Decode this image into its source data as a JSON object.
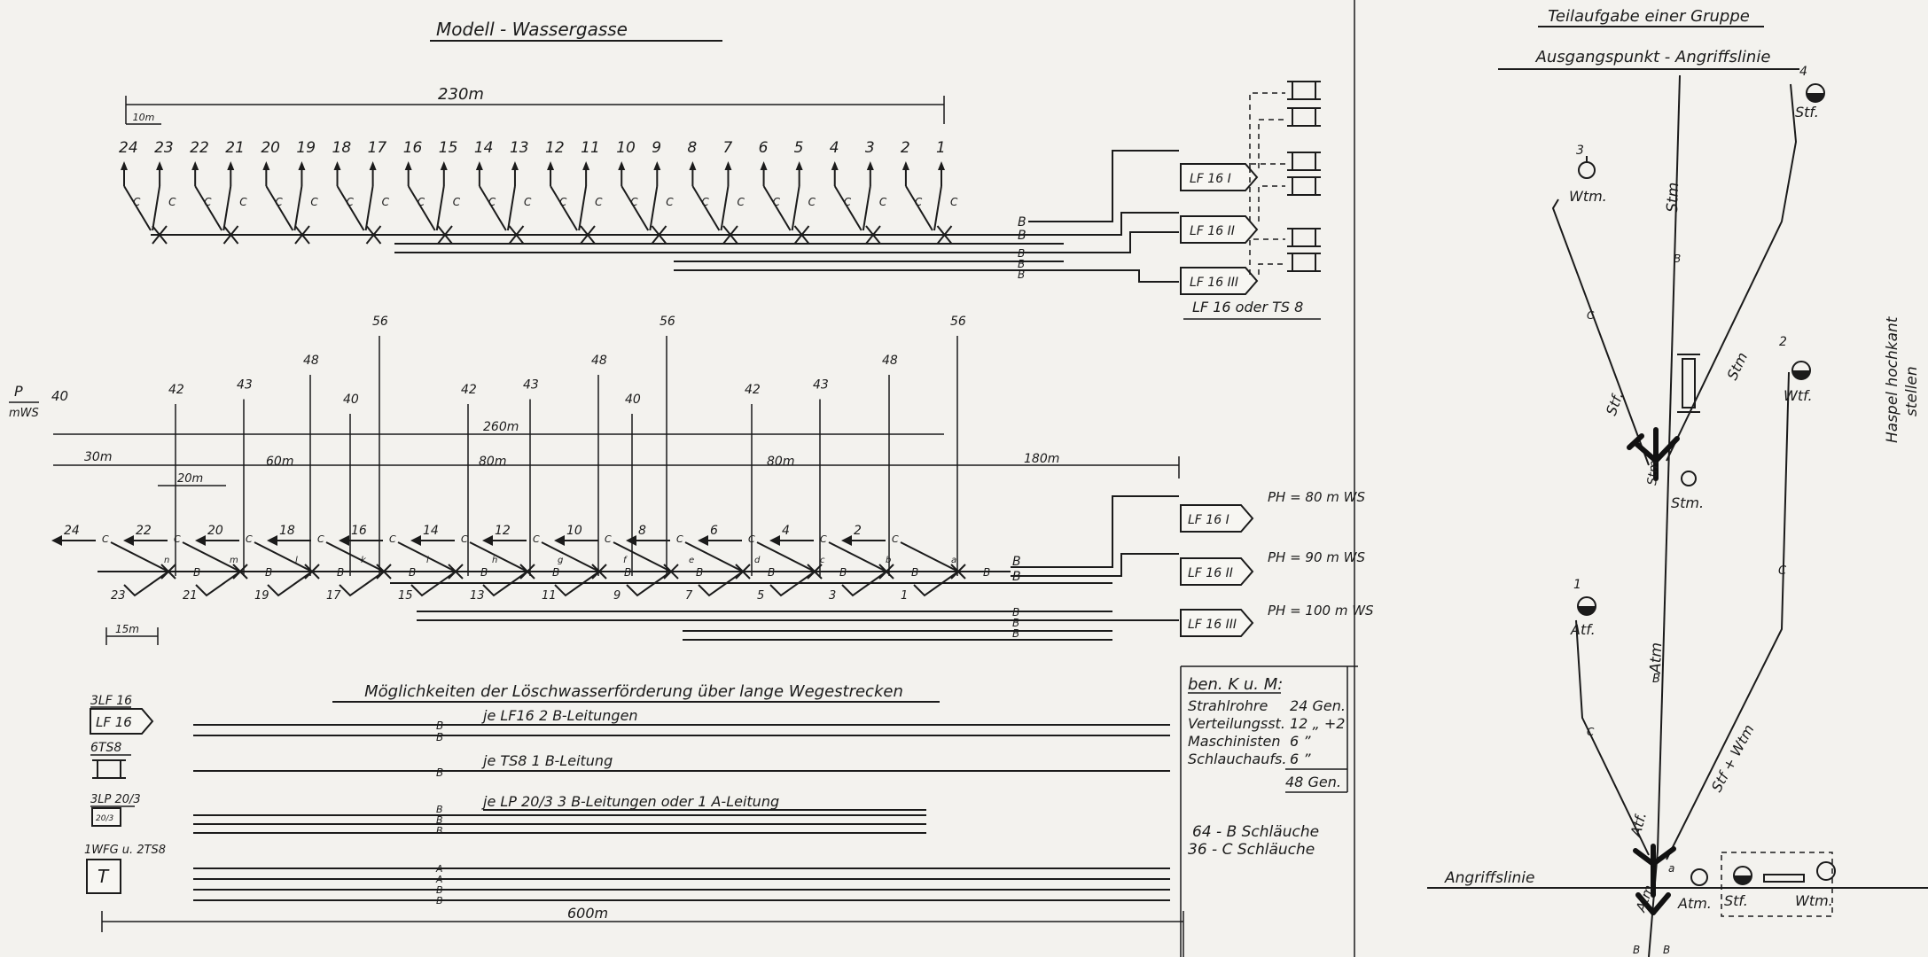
{
  "left": {
    "title": "Modell - Wassergasse",
    "upper": {
      "dim_total": "230m",
      "dim_seg": "10m",
      "nozzles": [
        "24",
        "23",
        "22",
        "21",
        "20",
        "19",
        "18",
        "17",
        "16",
        "15",
        "14",
        "13",
        "12",
        "11",
        "10",
        "9",
        "8",
        "7",
        "6",
        "5",
        "4",
        "3",
        "2",
        "1"
      ],
      "hose_c": "C",
      "hose_b": "B",
      "trucks": [
        "LF 16 I",
        "LF 16 II",
        "LF 16 III"
      ],
      "truck_note": "LF 16 oder TS 8"
    },
    "lower": {
      "axis_label_p": "P",
      "axis_label_unit": "mWS",
      "axis_value": "40",
      "pressure_values": [
        "42",
        "43",
        "48",
        "56",
        "40",
        "42",
        "43",
        "48",
        "56",
        "40",
        "42",
        "43",
        "48",
        "56"
      ],
      "dims": [
        "30m",
        "20m",
        "60m",
        "80m",
        "80m",
        "180m",
        "260m",
        "15m"
      ],
      "nozzles_top": [
        "24",
        "22",
        "20",
        "18",
        "16",
        "14",
        "12",
        "10",
        "8",
        "6",
        "4",
        "2"
      ],
      "nozzles_bottom": [
        "23",
        "21",
        "19",
        "17",
        "15",
        "13",
        "11",
        "9",
        "7",
        "5",
        "3",
        "1"
      ],
      "letters": [
        "n",
        "m",
        "l",
        "k",
        "i",
        "h",
        "g",
        "f",
        "e",
        "d",
        "c",
        "b",
        "a"
      ],
      "trucks": [
        "LF 16 I",
        "LF 16 II",
        "LF 16 III"
      ],
      "pressures": [
        "PH = 80 m WS",
        "PH = 90 m WS",
        "PH = 100 m WS"
      ]
    },
    "options": {
      "title": "Möglichkeiten der Löschwasserförderung über lange Wegestrecken",
      "rows": [
        {
          "qty": "3LF 16",
          "symbol": "LF 16",
          "text": "je LF16 2 B-Leitungen",
          "hoses": [
            "B",
            "B"
          ]
        },
        {
          "qty": "6TS8",
          "symbol": "",
          "text": "je TS8 1 B-Leitung",
          "hoses": [
            "B"
          ]
        },
        {
          "qty": "3LP 20/3",
          "symbol": "20/3",
          "text": "je LP 20/3 3 B-Leitungen oder 1 A-Leitung",
          "hoses": [
            "B",
            "B",
            "B"
          ]
        },
        {
          "qty": "1WFG u. 2TS8",
          "symbol": "T",
          "text": "",
          "hoses": [
            "A",
            "A",
            "B",
            "B"
          ]
        }
      ],
      "total_length": "600m"
    },
    "legend": {
      "heading": "ben. K u. M:",
      "rows": [
        {
          "label": "Strahlrohre",
          "value": "24 Gen."
        },
        {
          "label": "Verteilungsst.",
          "value": "12 „ +2"
        },
        {
          "label": "Maschinisten",
          "value": "6 ”"
        },
        {
          "label": "Schlauchaufs.",
          "value": "6 ”"
        }
      ],
      "total": "48 Gen.",
      "hoses_b": "64 - B Schläuche",
      "hoses_c": "36 - C Schläuche"
    }
  },
  "right": {
    "title": "Teilaufgabe einer Gruppe",
    "top_line": "Ausgangspunkt - Angriffslinie",
    "bottom_line": "Angriffslinie",
    "side_note_1": "Haspel hochkant",
    "side_note_2": "stellen",
    "labels": {
      "n1": "1",
      "n2": "2",
      "n3": "3",
      "n4": "4",
      "atf": "Atf.",
      "wtf": "Wtf.",
      "wtm": "Wtm.",
      "stf": "Stf.",
      "stm": "Stm",
      "stm2": "Stm.",
      "atm": "Atm",
      "atm2": "Atm.",
      "stf_wtm": "Stf + Wtm",
      "c": "C",
      "b": "B",
      "a": "a"
    }
  }
}
